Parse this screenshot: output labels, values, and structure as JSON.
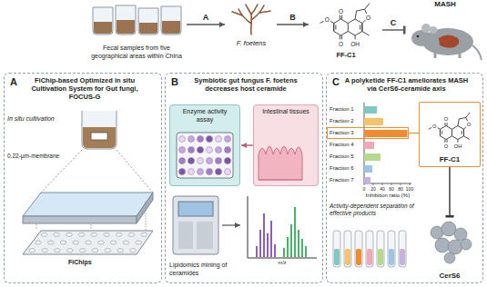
{
  "diagram": {
    "nodes": [
      {
        "text": [
          "Fecal samples from five geographical areas within China"
        ]
      },
      {
        "text": [
          "F. foetens"
        ]
      },
      {
        "text": [
          "FF-C1"
        ]
      },
      {
        "text": [
          "MASH"
        ]
      },
      {
        "text": [
          "A",
          "FiChip-based Optimized in situ Cultivation System for Gut fungi, FOCUS-G"
        ]
      },
      {
        "text": [
          "B",
          "Symbiotic gut fungus F. foetens decreases host ceramide"
        ]
      },
      {
        "text": [
          "C",
          "A polyketide FF-C1 ameliorates MASH via CerS6-ceramide axis"
        ]
      },
      {
        "text": [
          "Enzyme activity assay"
        ],
        "in": 5
      },
      {
        "text": [
          "Intestinal tissues"
        ],
        "in": 5
      },
      {
        "text": [
          "Fraction 3"
        ],
        "in": 6
      },
      {
        "text": [
          "FF-C1"
        ],
        "in": 6
      },
      {
        "text": [
          "CerS6"
        ],
        "in": 6
      }
    ],
    "edges": [
      {
        "from": 0,
        "to": 1,
        "label": "A",
        "arrow": "to"
      },
      {
        "from": 1,
        "to": 2,
        "label": "B",
        "arrow": "to"
      },
      {
        "from": 2,
        "to": 3,
        "label": "C",
        "arrow": "to"
      },
      {
        "from": 8,
        "to": 7,
        "arrow": "to"
      },
      {
        "from": 9,
        "to": 10,
        "arrow": "none"
      },
      {
        "from": 10,
        "to": 11,
        "arrow": "to"
      }
    ],
    "labels": [
      "In situ cultivation",
      "0.22-μm-membrane",
      "FiChips",
      "Lipidomics mining of ceramides",
      "m/z",
      "Fraction 1",
      "Fraction 2",
      "Fraction 4",
      "Fraction 5",
      "Fraction 6",
      "Fraction 7",
      "0",
      "20",
      "40",
      "60",
      "80",
      "100",
      "Inhibition ratio (%)",
      "Activity-dependent separation of effective products",
      "O",
      "O",
      "O",
      "O",
      "OH",
      "O",
      "O",
      "O",
      "O",
      "OH"
    ]
  }
}
